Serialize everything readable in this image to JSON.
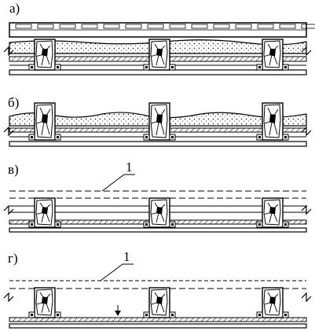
{
  "panels": [
    {
      "label": "а)",
      "variant": "a"
    },
    {
      "label": "б)",
      "variant": "b"
    },
    {
      "label": "в)",
      "variant": "c",
      "callout": "1"
    },
    {
      "label": "г)",
      "variant": "d",
      "callout": "1"
    }
  ],
  "colors": {
    "ink": "#000000",
    "paper": "#ffffff"
  }
}
